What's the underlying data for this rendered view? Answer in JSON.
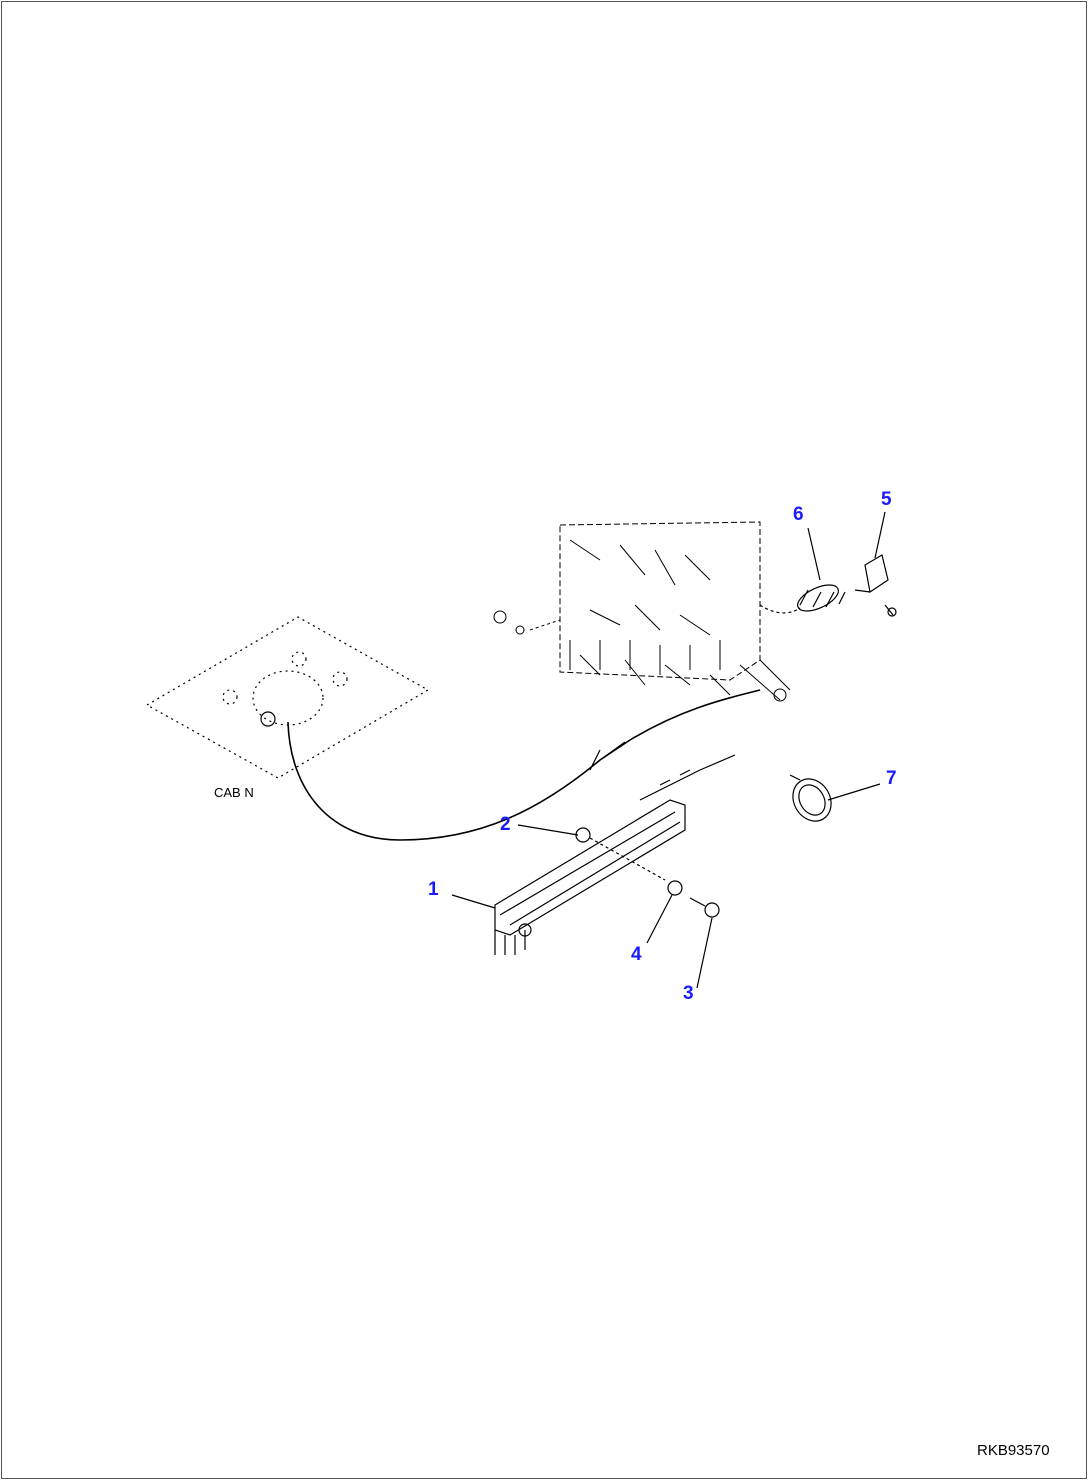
{
  "diagram": {
    "callouts": [
      "1",
      "2",
      "3",
      "4",
      "5",
      "6",
      "7"
    ],
    "cab_label": "CAB N",
    "drawing_code": "RKB93570",
    "callout_color": "#1a1aff"
  }
}
